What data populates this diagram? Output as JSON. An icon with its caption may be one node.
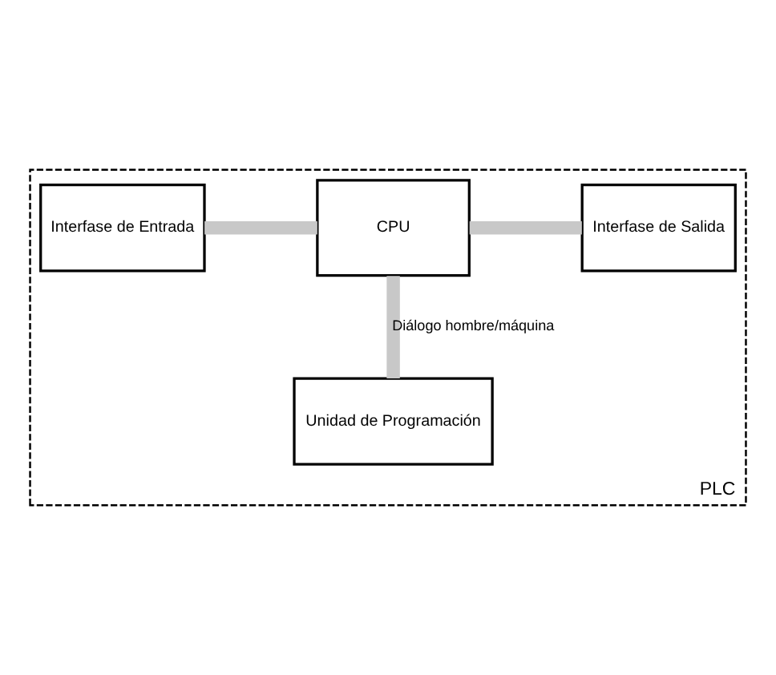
{
  "diagram": {
    "nodes": [
      {
        "text": [
          "PLC"
        ]
      },
      {
        "text": [
          "Interfase de Entrada"
        ],
        "in": 0
      },
      {
        "text": [
          "CPU"
        ],
        "in": 0
      },
      {
        "text": [
          "Interfase de Salida"
        ],
        "in": 0
      },
      {
        "text": [
          "Unidad de Programación"
        ],
        "in": 0
      }
    ],
    "edges": [
      {
        "from": 1,
        "to": 2,
        "arrow": "none"
      },
      {
        "from": 2,
        "to": 3,
        "arrow": "none"
      },
      {
        "from": 2,
        "to": 4,
        "arrow": "none",
        "label": "Diálogo hombre/máquina"
      }
    ]
  }
}
